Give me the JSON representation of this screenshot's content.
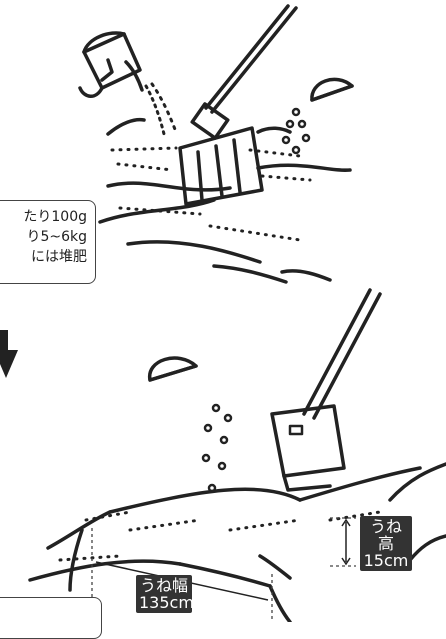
{
  "note": {
    "line1": "たり100g",
    "line2": "り5~6kg",
    "line3": "には堆肥"
  },
  "labels": {
    "height_title": "うね高",
    "height_value": "15cm",
    "width_title": "うね幅",
    "width_value": "135cm"
  },
  "colors": {
    "ink": "#222222",
    "label_bg": "#333333",
    "label_text": "#ffffff"
  },
  "icons": [
    "bucket-icon",
    "fork-icon",
    "bowl-icon",
    "arrow-down-icon",
    "shovel-icon"
  ]
}
